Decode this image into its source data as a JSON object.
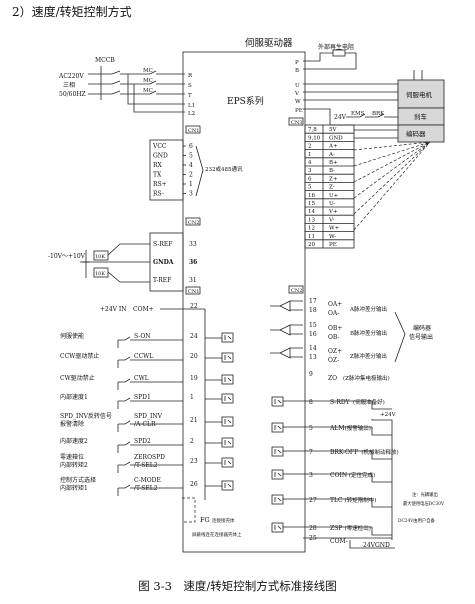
{
  "heading": "2）速度/转矩控制方式",
  "caption": "图 3-3　速度/转矩控制方式标准接线图",
  "drive": {
    "title": "伺服驱动器",
    "series": "EPS系列",
    "cn1": "CN1",
    "cn2": "CN2",
    "cn3": "CN3",
    "cn4": "CN4"
  },
  "power": {
    "mccb": "MCCB",
    "source": [
      "AC220V",
      "三相",
      "50/60HZ"
    ],
    "mc": "MC",
    "terminals": [
      "R",
      "S",
      "T",
      "L1",
      "L2"
    ]
  },
  "motor_side": {
    "terminals": [
      "P",
      "B",
      "U",
      "V",
      "W",
      "PE"
    ],
    "resistor": "外部再生电阻",
    "motor": "伺服电机",
    "brake": "刹车",
    "encoder": "编码器",
    "brake_supply": "24V",
    "ems": "EMS",
    "brk": "BRK"
  },
  "cn1_comm": {
    "left": [
      {
        "name": "VCC",
        "pin": "6"
      },
      {
        "name": "GND",
        "pin": "5"
      },
      {
        "name": "RX",
        "pin": "4"
      },
      {
        "name": "TX",
        "pin": "2"
      },
      {
        "name": "RS+",
        "pin": "1"
      },
      {
        "name": "RS-",
        "pin": "3"
      }
    ],
    "label": "232或485通讯"
  },
  "encoder_pins": [
    {
      "pin": "7,8",
      "name": "5V"
    },
    {
      "pin": "9,10",
      "name": "GND"
    },
    {
      "pin": "2",
      "name": "A+"
    },
    {
      "pin": "1",
      "name": "A-"
    },
    {
      "pin": "4",
      "name": "B+"
    },
    {
      "pin": "3",
      "name": "B-"
    },
    {
      "pin": "6",
      "name": "Z+"
    },
    {
      "pin": "5",
      "name": "Z-"
    },
    {
      "pin": "16",
      "name": "U+"
    },
    {
      "pin": "15",
      "name": "U-"
    },
    {
      "pin": "14",
      "name": "V+"
    },
    {
      "pin": "13",
      "name": "V-"
    },
    {
      "pin": "12",
      "name": "W+"
    },
    {
      "pin": "11",
      "name": "W-"
    },
    {
      "pin": "20",
      "name": "PE"
    }
  ],
  "analog": {
    "range": "-10V～+10V",
    "pot": "10K",
    "pins": [
      {
        "name": "S-REF",
        "pin": "33"
      },
      {
        "name": "GNDA",
        "pin": "36"
      },
      {
        "name": "T-REF",
        "pin": "31"
      }
    ]
  },
  "inputs": {
    "supply": "+24V IN",
    "com_plus": {
      "name": "COM+",
      "pin": "22"
    },
    "rows": [
      {
        "desc": "伺服使能",
        "name": "S-ON",
        "pin": "24"
      },
      {
        "desc": "CCW驱动禁止",
        "name": "CCWL",
        "pin": "20"
      },
      {
        "desc": "CW驱动禁止",
        "name": "CWL",
        "pin": "19"
      },
      {
        "desc": "内部速度1",
        "name": "SPD1",
        "pin": "1"
      },
      {
        "desc": "SPD_INV反转信号/报警清除",
        "name": "SPD_INV/A-CLR-",
        "pin": "21"
      },
      {
        "desc": "内部速度2",
        "name": "SPD2",
        "pin": "2"
      },
      {
        "desc": "零速箝位/内部转矩2",
        "name": "ZEROSPD/T-SEL2",
        "pin": "23"
      },
      {
        "desc": "控制方式选择/内部转矩1",
        "name": "C-MODE/T-SEL2",
        "pin": "26"
      }
    ]
  },
  "shield": {
    "fg": "FG",
    "fg_note": "连接接壳体",
    "shield_note": "屏蔽线连在连接器壳体上"
  },
  "pulse_out": [
    {
      "pins": [
        "17",
        "18"
      ],
      "names": [
        "OA+",
        "OA-"
      ],
      "desc": "A脉冲差分输出"
    },
    {
      "pins": [
        "15",
        "16"
      ],
      "names": [
        "OB+",
        "OB-"
      ],
      "desc": "B脉冲差分输出"
    },
    {
      "pins": [
        "14",
        "13"
      ],
      "names": [
        "OZ+",
        "OZ-"
      ],
      "desc": "Z脉冲差分输出"
    }
  ],
  "zo": {
    "pin": "9",
    "name": "ZO",
    "desc": "(Z脉冲集电极输出)"
  },
  "encoder_out_label": [
    "编码器",
    "信号输出"
  ],
  "outputs": [
    {
      "pin": "8",
      "name": "S-RDY",
      "desc": "(伺服准备好)"
    },
    {
      "pin": "5",
      "name": "ALM",
      "desc": "(报警输出)"
    },
    {
      "pin": "7",
      "name": "BRK-OFF",
      "desc": "(机械制动释放)"
    },
    {
      "pin": "3",
      "name": "COIN",
      "desc": "(定位完成)"
    },
    {
      "pin": "27",
      "name": "TLC",
      "desc": "(转矩限制中)"
    },
    {
      "pin": "28",
      "name": "ZSP",
      "desc": "(零速检出)"
    }
  ],
  "out_supply": "+24V",
  "out_com": {
    "pin": "25",
    "name": "COM-"
  },
  "out_gnd": "24VGND",
  "out_note": [
    "注：光耦输出",
    "最大使用电压DC30V"
  ],
  "out_note2": "DC24V由用户自备",
  "colors": {
    "line": "#222222",
    "fill": "#ffffff",
    "motor_fill": "#d8d8d8"
  }
}
